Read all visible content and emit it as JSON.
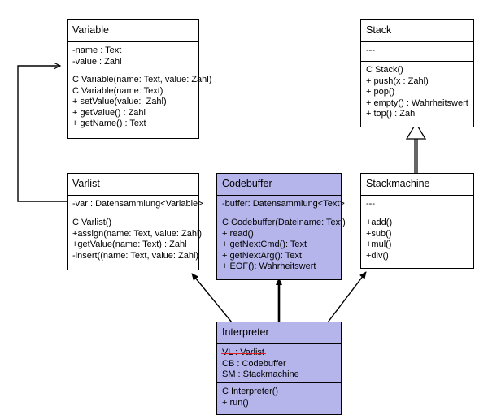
{
  "diagram": {
    "title": "UML class diagram",
    "background_color": "#ffffff",
    "line_color": "#000000",
    "highlight_fill": "#b5b5ec",
    "strikethrough_color": "#e02020"
  },
  "classes": {
    "variable": {
      "name": "Variable",
      "attributes": [
        "-name : Text",
        "-value : Zahl"
      ],
      "operations": [
        "C Variable(name: Text, value: Zahl)",
        "C Variable(name: Text)",
        "+ setValue(value:  Zahl)",
        "+ getValue() : Zahl",
        "+ getName() : Text"
      ]
    },
    "stack": {
      "name": "Stack",
      "attributes": [
        "---"
      ],
      "operations": [
        "C Stack()",
        "+ push(x : Zahl)",
        "+ pop()",
        "+ empty() : Wahrheitswert",
        "+ top() : Zahl"
      ]
    },
    "varlist": {
      "name": "Varlist",
      "attributes": [
        "-var : Datensammlung<Variable>"
      ],
      "operations": [
        "C Varlist()",
        "+assign(name: Text, value: Zahl)",
        "+getValue(name: Text) : Zahl",
        "-insert((name: Text, value: Zahl)"
      ]
    },
    "codebuffer": {
      "name": "Codebuffer",
      "attributes": [
        "-buffer: Datensammlung<Text>"
      ],
      "operations": [
        "C Codebuffer(Dateiname: Text)",
        "+ read()",
        "+ getNextCmd(): Text",
        "+ getNextArg(): Text",
        "+ EOF(): Wahrheitswert"
      ]
    },
    "stackmachine": {
      "name": "Stackmachine",
      "attributes": [
        "---"
      ],
      "operations": [
        "+add()",
        "+sub()",
        "+mul()",
        "+div()"
      ]
    },
    "interpreter": {
      "name": "Interpreter",
      "attributes_struck": [
        "VL : Varlist"
      ],
      "attributes": [
        "CB : Codebuffer",
        "SM : Stackmachine"
      ],
      "operations": [
        "C Interpreter()",
        "+ run()"
      ]
    }
  },
  "relationships": [
    {
      "name": "varlist-to-variable",
      "type": "association",
      "from": "Varlist",
      "to": "Variable",
      "arrow": "open"
    },
    {
      "name": "stackmachine-to-stack",
      "type": "generalization",
      "from": "Stackmachine",
      "to": "Stack",
      "arrow": "hollow-triangle"
    },
    {
      "name": "interpreter-to-varlist",
      "type": "association",
      "from": "Interpreter",
      "to": "Varlist",
      "arrow": "open"
    },
    {
      "name": "interpreter-to-codebuffer",
      "type": "association",
      "from": "Interpreter",
      "to": "Codebuffer",
      "arrow": "open"
    },
    {
      "name": "interpreter-to-stackmachine",
      "type": "association",
      "from": "Interpreter",
      "to": "Stackmachine",
      "arrow": "open"
    }
  ]
}
